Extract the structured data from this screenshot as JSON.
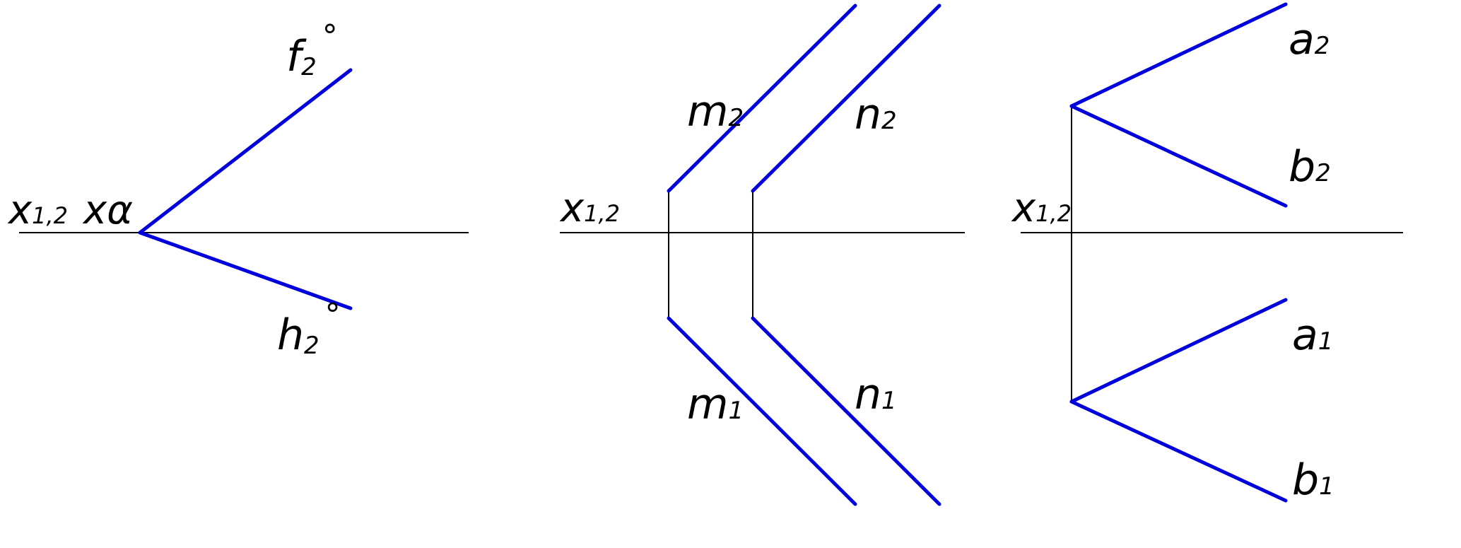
{
  "colors": {
    "background": "#ffffff",
    "axis": "#000000",
    "projection": "#0000dd",
    "label": "#000000"
  },
  "panels": [
    {
      "axis_label": {
        "main": "x",
        "sub": "1,2"
      },
      "point_label": {
        "main": "xα",
        "sub": ""
      },
      "labels": [
        {
          "main": "f",
          "sub": "2",
          "suffix": "°"
        },
        {
          "main": "h",
          "sub": "2",
          "suffix": "°"
        }
      ]
    },
    {
      "axis_label": {
        "main": "x",
        "sub": "1,2"
      },
      "labels": [
        {
          "main": "m",
          "sub": "2"
        },
        {
          "main": "n",
          "sub": "2"
        },
        {
          "main": "m",
          "sub": "1"
        },
        {
          "main": "n",
          "sub": "1"
        }
      ]
    },
    {
      "axis_label": {
        "main": "x",
        "sub": "1,2"
      },
      "labels": [
        {
          "main": "a",
          "sub": "2"
        },
        {
          "main": "b",
          "sub": "2"
        },
        {
          "main": "a",
          "sub": "1"
        },
        {
          "main": "b",
          "sub": "1"
        }
      ]
    }
  ]
}
